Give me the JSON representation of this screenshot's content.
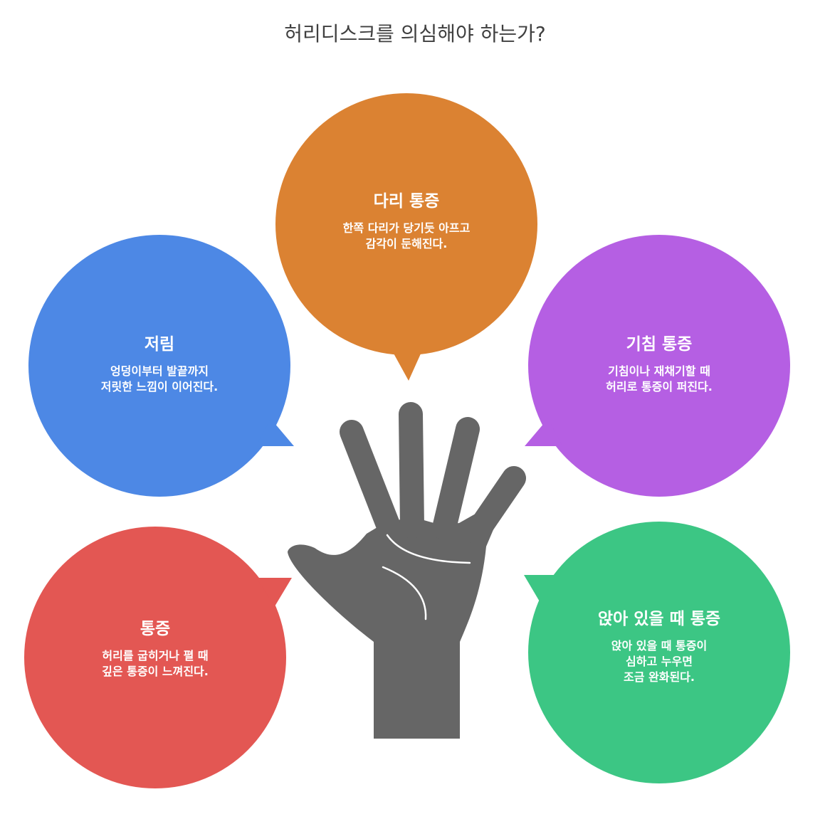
{
  "title": "허리디스크를 의심해야 하는가?",
  "colors": {
    "orange": "#DB8232",
    "blue": "#4D88E5",
    "purple": "#B55FE3",
    "red": "#E35753",
    "green": "#3CC684",
    "hand": "#666666",
    "text": "#3f3f3f"
  },
  "bubbles": {
    "leg_pain": {
      "title": "다리 통증",
      "desc_line1": "한쪽 다리가 당기듯 아프고",
      "desc_line2": "감각이 둔해진다."
    },
    "numbness": {
      "title": "저림",
      "desc_line1": "엉덩이부터 발끝까지",
      "desc_line2": "저릿한 느낌이 이어진다."
    },
    "cough_pain": {
      "title": "기침 통증",
      "desc_line1": "기침이나 재채기할 때",
      "desc_line2": "허리로 통증이 퍼진다."
    },
    "pain": {
      "title": "통증",
      "desc_line1": "허리를 굽히거나 펼 때",
      "desc_line2": "깊은 통증이 느껴진다."
    },
    "sitting_pain": {
      "title": "앉아 있을 때 통증",
      "desc_line1": "앉아 있을 때 통증이",
      "desc_line2": "심하고 누우면",
      "desc_line3": "조금 완화된다."
    }
  }
}
